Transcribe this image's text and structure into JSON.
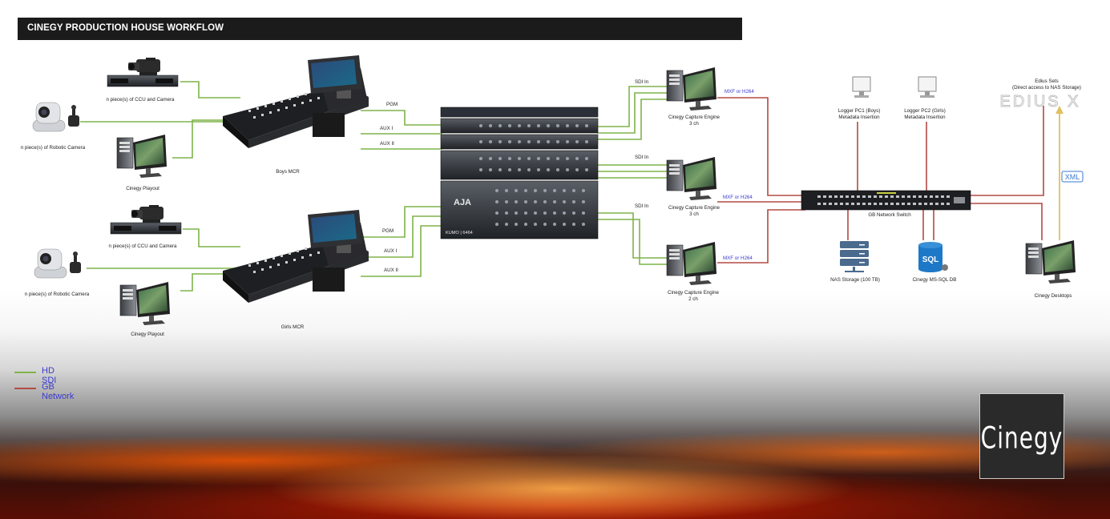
{
  "title": "CINEGY PRODUCTION HOUSE WORKFLOW",
  "colors": {
    "hd_sdi": "#7fb34a",
    "gb_network": "#b34a44",
    "xml": "#e0c060",
    "link_text": "#3a3ad0"
  },
  "devices": {
    "robotic_camera_top": "n piece(s) of Robotic Camera",
    "ccu_camera_top": "n piece(s) of CCU and Camera",
    "playout_top": "Cinegy Playout",
    "boys_mcr": "Boys MCR",
    "robotic_camera_bottom": "n piece(s) of Robotic Camera",
    "ccu_camera_bottom": "n piece(s) of CCU and Camera",
    "playout_bottom": "Cinegy Playout",
    "girls_mcr": "Girls MCR",
    "router_brand": "AJA",
    "router_model": "KUMO | 6464",
    "capture1_l1": "Cinegy Capture Engine",
    "capture1_l2": "3 ch",
    "capture2_l1": "Cinegy Capture Engine",
    "capture2_l2": "3 ch",
    "capture3_l1": "Cinegy Capture Engine",
    "capture3_l2": "2 ch",
    "logger1_l1": "Logger PC1 (Boys)",
    "logger1_l2": "Metadata Insertion",
    "logger2_l1": "Logger PC2 (Girls)",
    "logger2_l2": "Metadata Insertion",
    "switch": "GB Network Switch",
    "nas": "NAS Storage (100 TB)",
    "sql_db": "Cinegy MS-SQL DB",
    "sql_icon": "SQL",
    "edius_l1": "Edius Sets",
    "edius_l2": "(Direct access to NAS Storage)",
    "edius_logo": "EDIUS X",
    "desktops": "Cinegy Desktops"
  },
  "connections": {
    "pgm_top": "PGM",
    "aux1_top": "AUX I",
    "aux2_top": "AUX II",
    "pgm_bottom": "PGM",
    "aux1_bottom": "AUX I",
    "aux2_bottom": "AUX II",
    "sdi_in_1": "SDI In",
    "sdi_in_2": "SDI In",
    "sdi_in_3": "SDI In",
    "mxf_1": "MXF or H264",
    "mxf_2": "MXF or H264",
    "mxf_3": "MXF or H264",
    "xml": "XML"
  },
  "legend": [
    {
      "label": "HD SDI",
      "color": "#7fb34a"
    },
    {
      "label": "GB Network",
      "color": "#b34a44"
    }
  ],
  "logo": "Cinegy"
}
